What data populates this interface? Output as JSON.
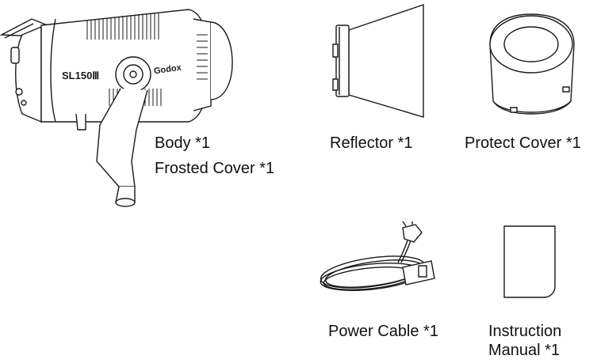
{
  "items": {
    "body": {
      "label": "Body *1",
      "model_text": "SL150Ⅲ",
      "brand_text": "Godox",
      "icon": "led-light-body-icon"
    },
    "frosted_cover": {
      "label": "Frosted Cover *1"
    },
    "reflector": {
      "label": "Reflector *1",
      "icon": "reflector-icon"
    },
    "protect_cover": {
      "label": "Protect Cover *1",
      "icon": "protect-cover-icon"
    },
    "power_cable": {
      "label": "Power Cable *1",
      "icon": "power-cable-icon"
    },
    "instruction_manual": {
      "label_line1": "Instruction",
      "label_line2": "Manual *1",
      "icon": "manual-icon"
    }
  },
  "colors": {
    "line": "#1a1a1a",
    "background": "#ffffff"
  }
}
